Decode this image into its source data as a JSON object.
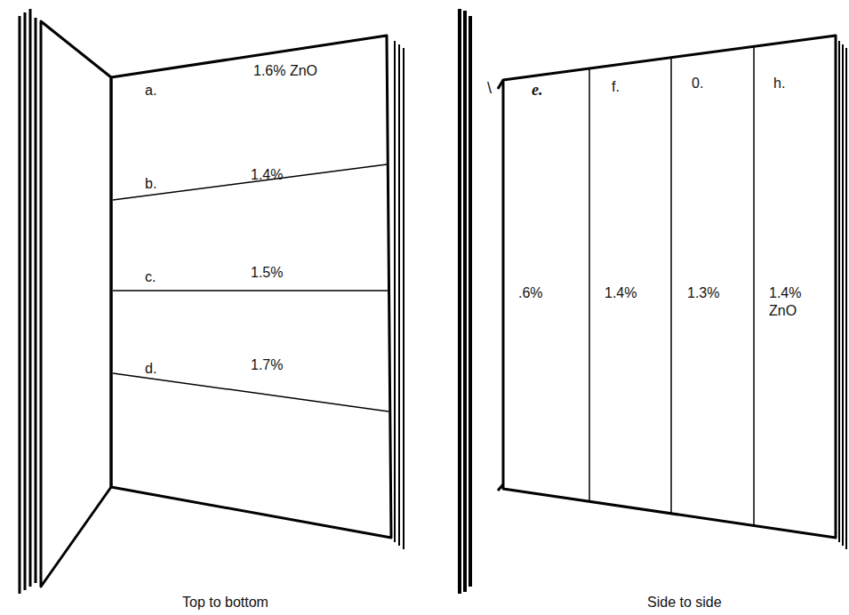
{
  "diagram": {
    "nodes": [
      {
        "text": [
          "a.",
          "1.6% ZnO"
        ]
      },
      {
        "text": [
          "b.",
          "1.4%"
        ]
      },
      {
        "text": [
          "c.",
          "1.5%"
        ]
      },
      {
        "text": [
          "d.",
          "1.7%"
        ]
      },
      {
        "text": [
          "e.",
          ".6%"
        ]
      },
      {
        "text": [
          "f.",
          "1.4%"
        ]
      },
      {
        "text": [
          "0.",
          "1.3%"
        ]
      },
      {
        "text": [
          "h.",
          "1.4% ZnO"
        ]
      }
    ],
    "edges": [],
    "labels": [
      "\\",
      "Top to bottom",
      "Side to side"
    ]
  }
}
